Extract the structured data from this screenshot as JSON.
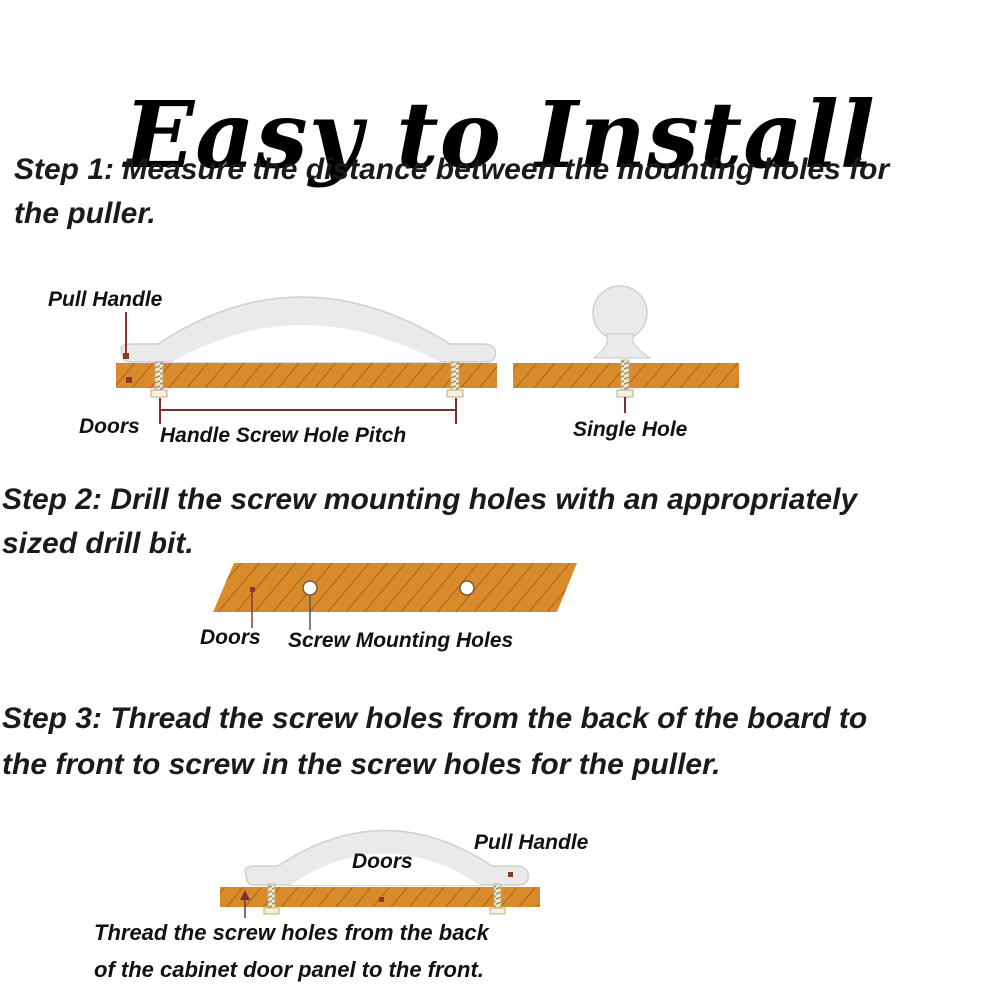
{
  "title": "Easy to Install",
  "steps": [
    {
      "line1": "Step 1: Measure the distance between the mounting holes for",
      "line2": "the puller."
    },
    {
      "line1": "Step 2: Drill the screw mounting holes with an appropriately",
      "line2": "sized drill bit."
    },
    {
      "line1": "Step 3: Thread the screw holes from the back of the board to",
      "line2": "the front to screw in the screw holes for the puller."
    }
  ],
  "diagram1": {
    "pull_handle": "Pull Handle",
    "doors": "Doors",
    "pitch": "Handle Screw Hole Pitch",
    "single_hole": "Single Hole"
  },
  "diagram2": {
    "doors": "Doors",
    "holes": "Screw Mounting Holes"
  },
  "diagram3": {
    "doors": "Doors",
    "pull_handle": "Pull Handle",
    "note_line1": "Thread the screw holes from the back",
    "note_line2": "of the cabinet door panel to the front."
  },
  "colors": {
    "wood": "#d98b2b",
    "wood_stripe": "#a8641a",
    "handle": "#eaeaea",
    "handle_edge": "#cfcfcf",
    "marker": "#8b3a2a"
  }
}
